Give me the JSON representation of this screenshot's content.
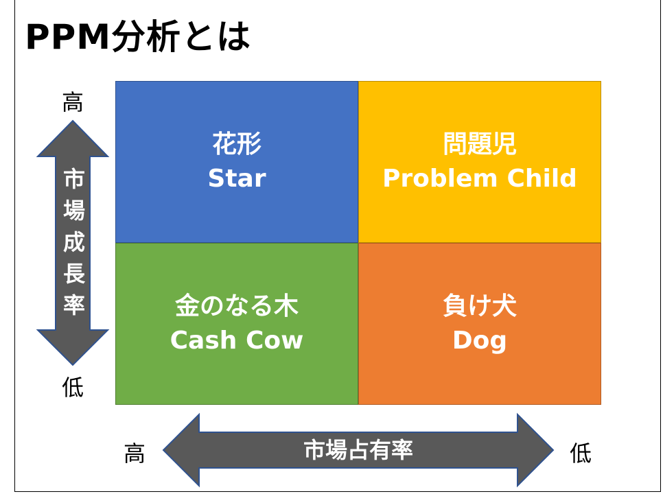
{
  "title": "PPM分析とは",
  "quadrants": [
    {
      "jp": "花形",
      "en": "Star",
      "color": "#4472C4"
    },
    {
      "jp": "問題児",
      "en": "Problem Child",
      "color": "#FFC000"
    },
    {
      "jp": "金のなる木",
      "en": "Cash Cow",
      "color": "#70AD47"
    },
    {
      "jp": "負け犬",
      "en": "Dog",
      "color": "#ED7D31"
    }
  ],
  "y_axis": {
    "label": "市場成長率",
    "chars": [
      "市",
      "場",
      "成",
      "長",
      "率"
    ],
    "high": "高",
    "low": "低"
  },
  "x_axis": {
    "label": "市場占有率",
    "high": "高",
    "low": "低"
  },
  "arrow_color": "#595959"
}
